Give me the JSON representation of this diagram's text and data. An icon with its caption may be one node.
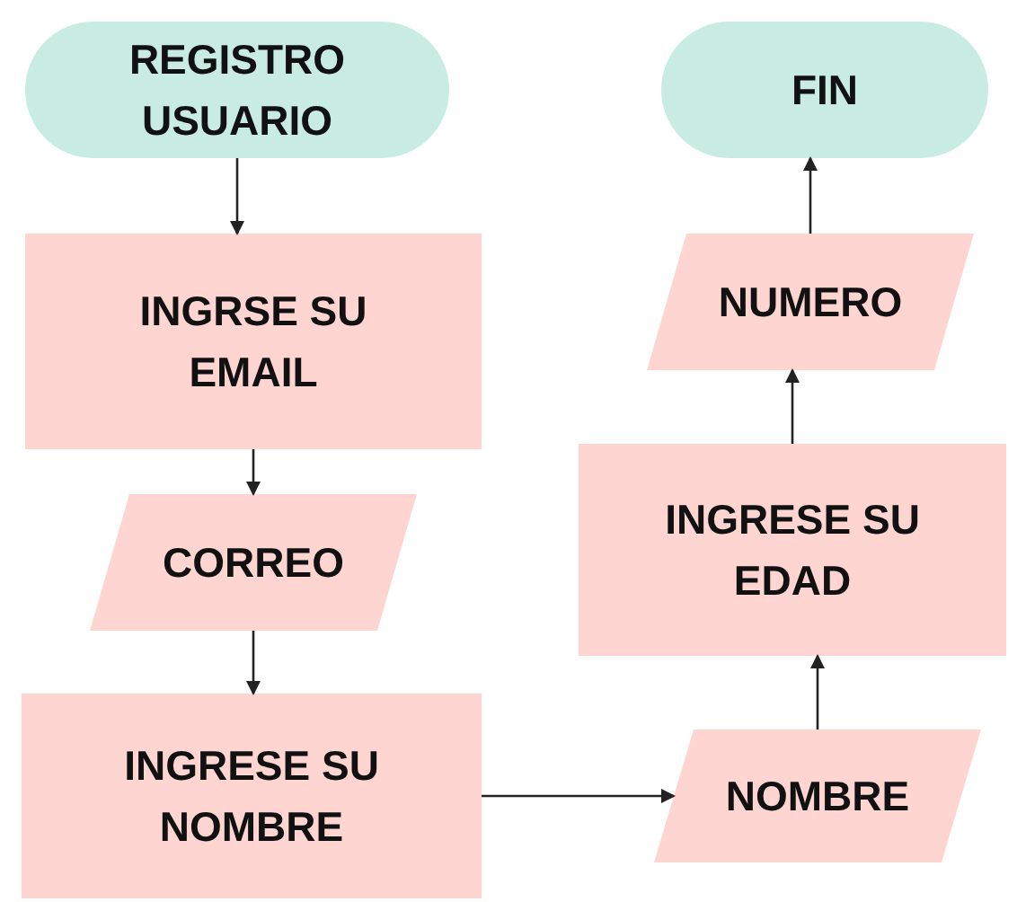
{
  "diagram": {
    "nodes": [
      {
        "text": [
          "REGISTRO USUARIO"
        ]
      },
      {
        "text": [
          "INGRSE SU EMAIL"
        ]
      },
      {
        "text": [
          "CORREO"
        ]
      },
      {
        "text": [
          "INGRESE SU NOMBRE"
        ]
      },
      {
        "text": [
          "NOMBRE"
        ]
      },
      {
        "text": [
          "INGRESE SU EDAD"
        ]
      },
      {
        "text": [
          "NUMERO"
        ]
      },
      {
        "text": [
          "FIN"
        ]
      }
    ],
    "edges": [
      {
        "from": 0,
        "to": 1,
        "arrow": "to"
      },
      {
        "from": 1,
        "to": 2,
        "arrow": "to"
      },
      {
        "from": 2,
        "to": 3,
        "arrow": "to"
      },
      {
        "from": 3,
        "to": 4,
        "arrow": "to"
      },
      {
        "from": 4,
        "to": 5,
        "arrow": "to"
      },
      {
        "from": 5,
        "to": 6,
        "arrow": "to"
      },
      {
        "from": 6,
        "to": 7,
        "arrow": "to"
      }
    ]
  }
}
